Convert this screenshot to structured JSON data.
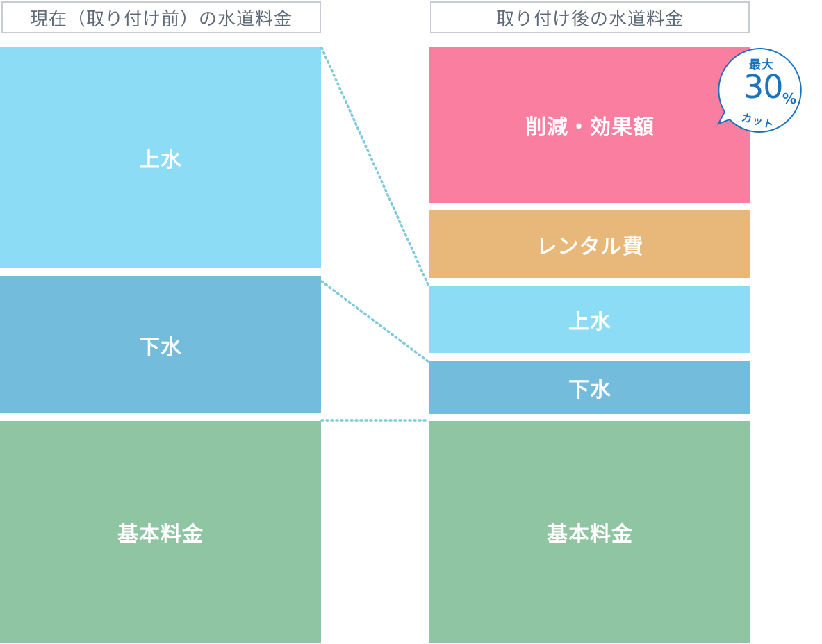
{
  "left_column": {
    "title": "現在（取り付け前）の水道料金",
    "blocks": [
      {
        "label": "上水",
        "color": "#8ddcf5"
      },
      {
        "label": "下水",
        "color": "#73bcdc"
      },
      {
        "label": "基本料金",
        "color": "#8fc5a3"
      }
    ]
  },
  "right_column": {
    "title": "取り付け後の水道料金",
    "blocks": [
      {
        "label": "削減・効果額",
        "color": "#fa7ea0"
      },
      {
        "label": "レンタル費",
        "color": "#e8b77a"
      },
      {
        "label": "上水",
        "color": "#8ddcf5"
      },
      {
        "label": "下水",
        "color": "#73bcdc"
      },
      {
        "label": "基本料金",
        "color": "#8fc5a3"
      }
    ]
  },
  "badge": {
    "top_text": "最大",
    "number": "30",
    "unit": "%",
    "bottom_text": "カット",
    "color": "#1a74bd"
  },
  "connector_color": "#7fcadb"
}
